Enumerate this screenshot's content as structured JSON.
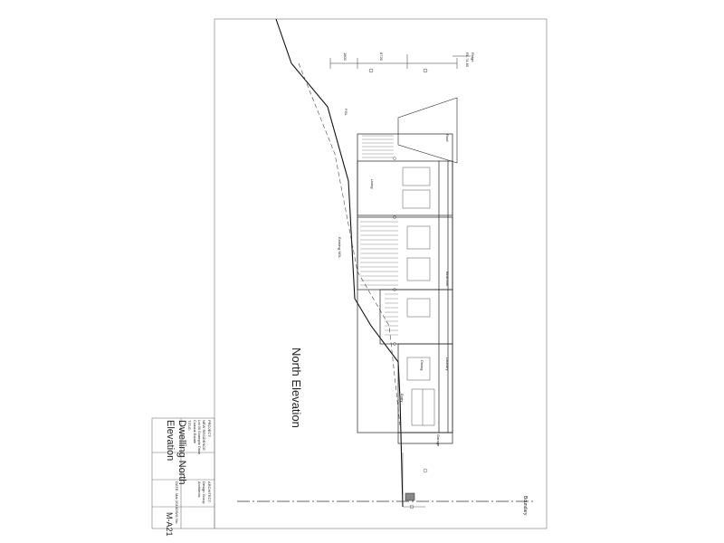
{
  "drawing": {
    "view_title": "North Elevation",
    "boundary_label": "Boundary",
    "ground_labels": [
      "FGL",
      "Existing NGL"
    ],
    "top_dims": [
      "1800",
      "8720"
    ],
    "top_right_marks": [
      "Ridge",
      "RL 74.80"
    ],
    "room_labels": [
      "Roof",
      "Living",
      "Bedroom",
      "Dining",
      "Entry",
      "Laundry",
      "Garage"
    ]
  },
  "title_block": {
    "project_heading": "PROJECT:",
    "project_lines": [
      "NEW RESIDENCE",
      "Lot 00 Example Drive",
      "Coastal Estate"
    ],
    "title_heading": "TITLE:",
    "title_text_line1": "Dwelling North",
    "title_text_line2": "Elevation",
    "architect_heading": "ARCHITECT:",
    "architect_lines": [
      "Design Group",
      "Architects"
    ],
    "date_label": "DATE:",
    "date_value": "Mar 2016",
    "dwg_label": "DWG No:",
    "dwg_value": "M-A21"
  }
}
